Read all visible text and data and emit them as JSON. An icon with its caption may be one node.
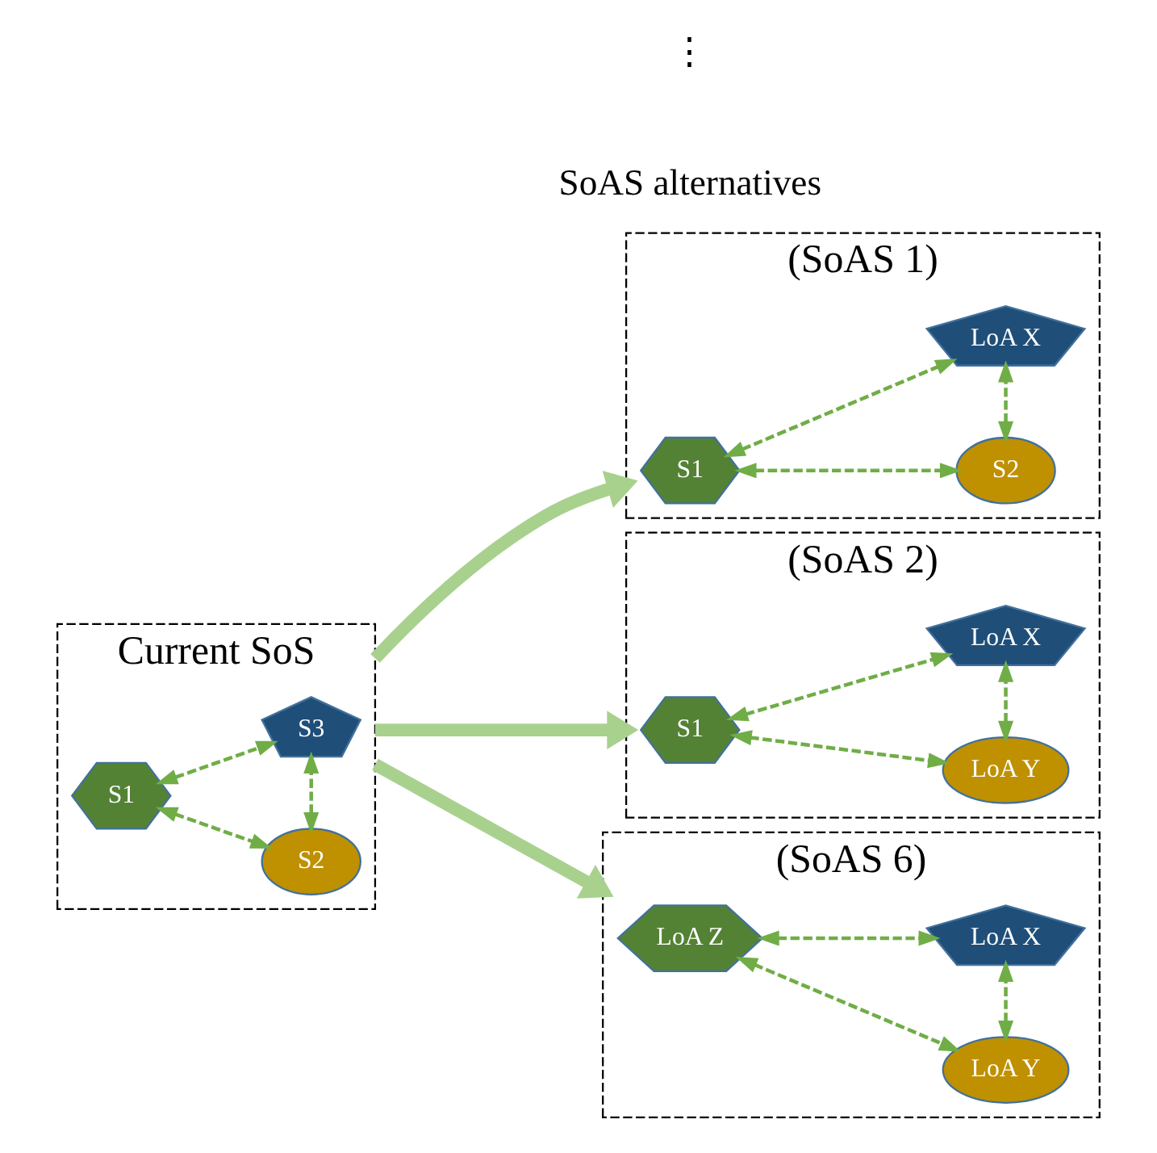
{
  "diagram": {
    "nodes": [
      {
        "text": [
          "Current SoS"
        ]
      },
      {
        "text": [
          "S1"
        ],
        "in": 0
      },
      {
        "text": [
          "S2"
        ],
        "in": 0
      },
      {
        "text": [
          "S3"
        ],
        "in": 0
      },
      {
        "text": [
          "(SoAS 1)"
        ]
      },
      {
        "text": [
          "S1"
        ],
        "in": 4
      },
      {
        "text": [
          "S2"
        ],
        "in": 4
      },
      {
        "text": [
          "LoA X"
        ],
        "in": 4
      },
      {
        "text": [
          "(SoAS 2)"
        ]
      },
      {
        "text": [
          "S1"
        ],
        "in": 8
      },
      {
        "text": [
          "LoA Y"
        ],
        "in": 8
      },
      {
        "text": [
          "LoA X"
        ],
        "in": 8
      },
      {
        "text": [
          "(SoAS 6)"
        ]
      },
      {
        "text": [
          "LoA Z"
        ],
        "in": 12
      },
      {
        "text": [
          "LoA Y"
        ],
        "in": 12
      },
      {
        "text": [
          "LoA X"
        ],
        "in": 12
      }
    ],
    "edges": [
      {
        "from": 1,
        "to": 2,
        "arrow": "both",
        "style": "dashed"
      },
      {
        "from": 2,
        "to": 3,
        "arrow": "both",
        "style": "dashed"
      },
      {
        "from": 1,
        "to": 3,
        "arrow": "both",
        "style": "dashed"
      },
      {
        "from": 0,
        "to": 4,
        "arrow": "to",
        "style": "thick",
        "color": "#a9d18e"
      },
      {
        "from": 0,
        "to": 8,
        "arrow": "to",
        "style": "thick",
        "color": "#a9d18e"
      },
      {
        "from": 0,
        "to": 12,
        "arrow": "to",
        "style": "thick",
        "color": "#a9d18e"
      },
      {
        "from": 5,
        "to": 6,
        "arrow": "both",
        "style": "dashed"
      },
      {
        "from": 6,
        "to": 7,
        "arrow": "both",
        "style": "dashed"
      },
      {
        "from": 5,
        "to": 7,
        "arrow": "both",
        "style": "dashed"
      },
      {
        "from": 9,
        "to": 10,
        "arrow": "both",
        "style": "dashed"
      },
      {
        "from": 10,
        "to": 11,
        "arrow": "both",
        "style": "dashed"
      },
      {
        "from": 9,
        "to": 11,
        "arrow": "both",
        "style": "dashed"
      },
      {
        "from": 13,
        "to": 14,
        "arrow": "both",
        "style": "dashed"
      },
      {
        "from": 14,
        "to": 15,
        "arrow": "both",
        "style": "dashed"
      },
      {
        "from": 13,
        "to": 15,
        "arrow": "both",
        "style": "dashed"
      }
    ],
    "labels": [
      "SoAS alternatives",
      "⋮"
    ]
  }
}
